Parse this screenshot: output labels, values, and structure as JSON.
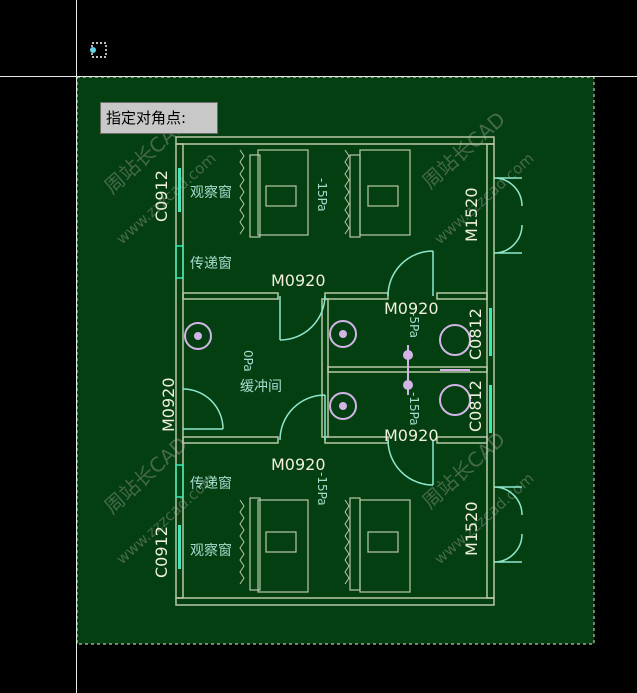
{
  "prompt": {
    "text": "指定对角点:"
  },
  "icons": {
    "cursor": "selection-cursor-icon"
  },
  "colors": {
    "background": "#000000",
    "selection_fill": "#033f10",
    "wall": "#b9c8a6",
    "window": "#3ee6b4",
    "door_swing": "#8fe6cd",
    "room_text": "#a6dccf",
    "label_text": "#f0f0dc",
    "fixture": "#d2b4e6",
    "watermark": "#4f6e52"
  },
  "plan": {
    "windows": {
      "c0912_top": "C0912",
      "c0912_bottom": "C0912",
      "c0812_top": "C0812",
      "c0812_bottom": "C0812"
    },
    "doors": {
      "m1520_top": "M1520",
      "m1520_bottom": "M1520",
      "m0920_a": "M0920",
      "m0920_b": "M0920",
      "m0920_c": "M0920",
      "m0920_d": "M0920",
      "m0920_e": "M0920"
    },
    "rooms": {
      "obs_window_top": "观察窗",
      "pass_window_top": "传递窗",
      "pass_window_bottom": "传递窗",
      "obs_window_bottom": "观察窗",
      "buffer": "缓冲间"
    },
    "pressure": {
      "top_right": "-15Pa",
      "buffer": "0Pa",
      "right_upper": "-5Pa",
      "right_lower": "-15Pa",
      "bottom": "-15Pa"
    }
  },
  "watermarks": {
    "brand": "周站长CAD",
    "url": "www.zzzcad.com"
  }
}
